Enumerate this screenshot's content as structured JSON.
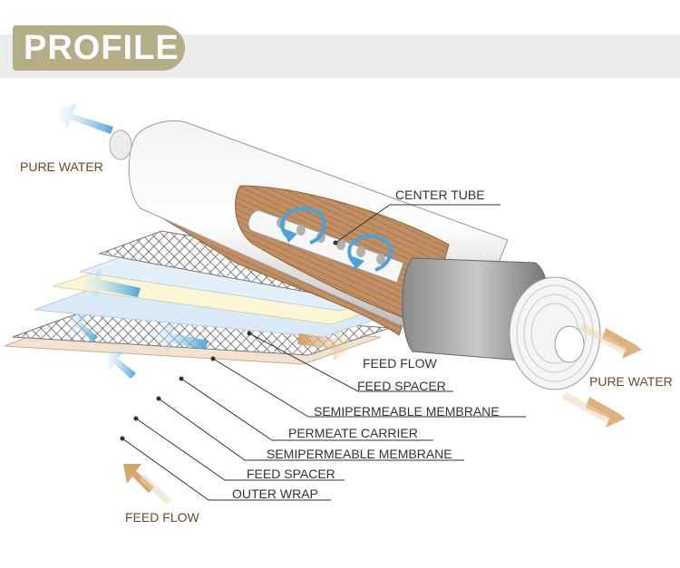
{
  "header": {
    "title": "PROFILE"
  },
  "labels": {
    "pure_water_left": "PURE WATER",
    "pure_water_right": "PURE WATER",
    "center_tube": "CENTER TUBE",
    "feed_flow_right": "FEED FLOW",
    "feed_spacer_top": "FEED SPACER",
    "semipermeable_membrane_top": "SEMIPERMEABLE MEMBRANE",
    "permeate_carrier": "PERMEATE CARRIER",
    "semipermeable_membrane_bottom": "SEMIPERMEABLE MEMBRANE",
    "feed_spacer_bottom": "FEED SPACER",
    "outer_wrap": "OUTER WRAP",
    "feed_flow_bottom": "FEED FLOW"
  },
  "colors": {
    "title_tab": "#b5ad88",
    "banner": "#ececec",
    "label_brown": "#6b4a2a",
    "label_dark": "#333333",
    "arrow_blue": "#5aaee0",
    "arrow_tan": "#d9a56a",
    "wrap_brown": "#b8845a"
  }
}
